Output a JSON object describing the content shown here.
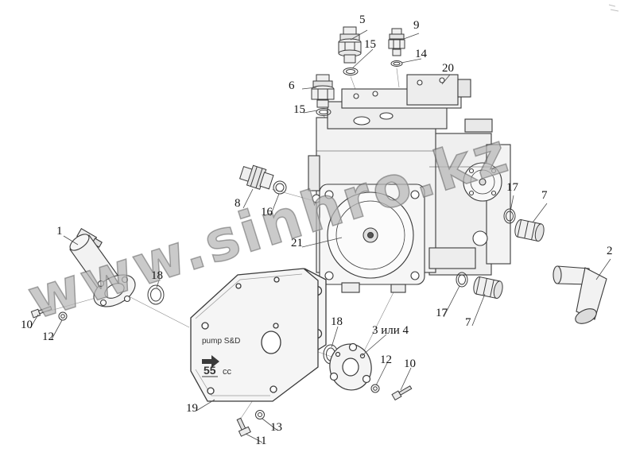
{
  "watermark": {
    "text": "www.sinhro.kz"
  },
  "cover_plate": {
    "brand": "pump S&D",
    "displacement_value": "55",
    "displacement_unit": "cc"
  },
  "callouts": [
    {
      "label": "5"
    },
    {
      "label": "9"
    },
    {
      "label": "15"
    },
    {
      "label": "14"
    },
    {
      "label": "20"
    },
    {
      "label": "6"
    },
    {
      "label": "15"
    },
    {
      "label": "17"
    },
    {
      "label": "7"
    },
    {
      "label": "8"
    },
    {
      "label": "16"
    },
    {
      "label": "1"
    },
    {
      "label": "21"
    },
    {
      "label": "2"
    },
    {
      "label": "18"
    },
    {
      "label": "17"
    },
    {
      "label": "7"
    },
    {
      "label": "10"
    },
    {
      "label": "12"
    },
    {
      "label": "18"
    },
    {
      "label": "3 или 4"
    },
    {
      "label": "12"
    },
    {
      "label": "10"
    },
    {
      "label": "19"
    },
    {
      "label": "13"
    },
    {
      "label": "11"
    }
  ]
}
